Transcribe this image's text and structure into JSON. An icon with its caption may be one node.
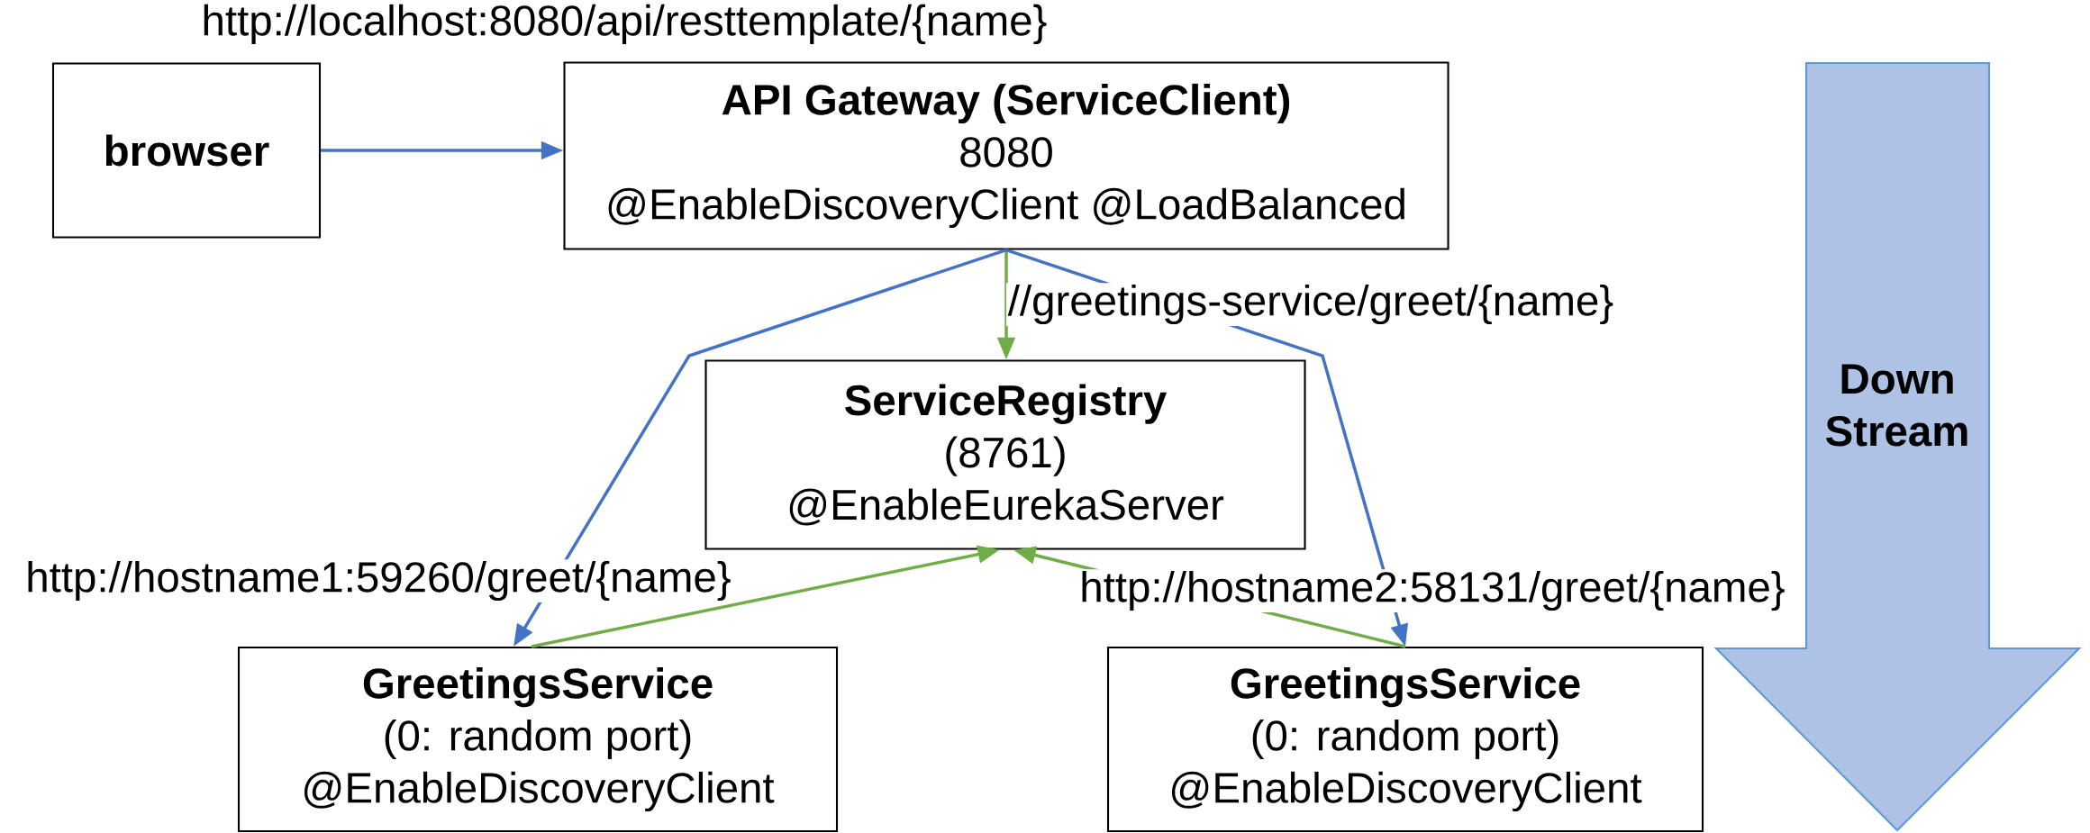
{
  "diagram": {
    "nodes": [
      {
        "text": [
          "browser"
        ]
      },
      {
        "text": [
          "API Gateway (ServiceClient)",
          "8080",
          "@EnableDiscoveryClient @LoadBalanced"
        ]
      },
      {
        "text": [
          "ServiceRegistry",
          "(8761)",
          "@EnableEurekaServer"
        ]
      },
      {
        "text": [
          "GreetingsService",
          "(0: random port)",
          "@EnableDiscoveryClient"
        ]
      },
      {
        "text": [
          "GreetingsService",
          "(0: random port)",
          "@EnableDiscoveryClient"
        ]
      },
      {
        "text": [
          "Down Stream"
        ]
      }
    ],
    "edges": [
      {
        "from": 0,
        "to": 1,
        "arrow": "to",
        "color": "#4472c4"
      },
      {
        "from": 1,
        "to": 2,
        "arrow": "to",
        "label": "//greetings-service/greet/{name}",
        "color": "#70ad47"
      },
      {
        "from": 1,
        "to": 3,
        "arrow": "to",
        "label": "http://hostname1:59260/greet/{name}",
        "color": "#4472c4"
      },
      {
        "from": 1,
        "to": 4,
        "arrow": "to",
        "label": "http://hostname2:58131/greet/{name}",
        "color": "#4472c4"
      },
      {
        "from": 3,
        "to": 2,
        "arrow": "to",
        "color": "#70ad47"
      },
      {
        "from": 4,
        "to": 2,
        "arrow": "to",
        "color": "#70ad47"
      }
    ],
    "labels": [
      "http://localhost:8080/api/resttemplate/{name}"
    ]
  }
}
